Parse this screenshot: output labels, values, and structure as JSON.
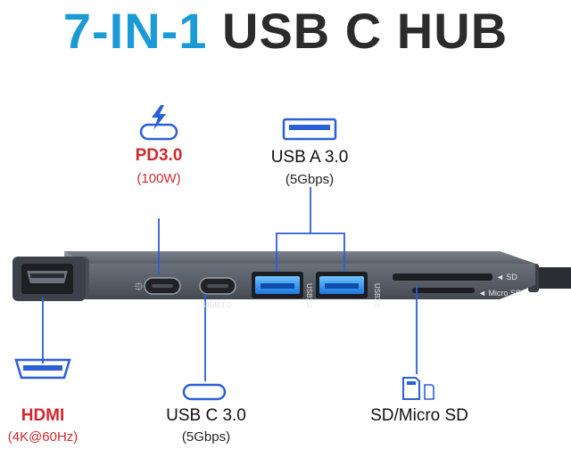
{
  "title": {
    "accent": "7-IN-1",
    "main": "USB C HUB"
  },
  "ports": {
    "pd": {
      "name": "PD3.0",
      "sub": "(100W)"
    },
    "usba": {
      "name": "USB A 3.0",
      "sub": "(5Gbps)"
    },
    "hdmi": {
      "name": "HDMI",
      "sub": "(4K@60Hz)"
    },
    "usbc": {
      "name": "USB C 3.0",
      "sub": "(5Gbps)"
    },
    "sd": {
      "name": "SD/Micro SD"
    }
  },
  "device_labels": {
    "usbc_port": "USB3.0",
    "usba_port": "USB3.0",
    "sd_slot": "◄ SD",
    "microsd_slot": "◄ Micro SD"
  },
  "colors": {
    "accent": "#1a9ad6",
    "red": "#d0282e",
    "connector": "#2b5fd9",
    "body": "#5a606a"
  }
}
